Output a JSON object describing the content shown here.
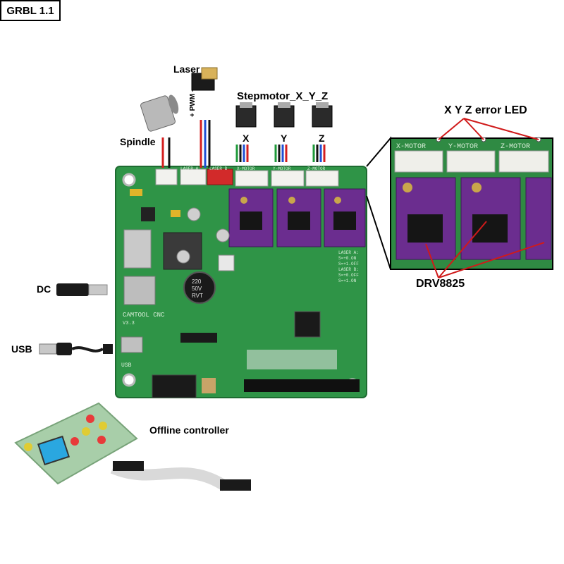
{
  "labels": {
    "grbl": "GRBL 1.1",
    "laser": "Laser",
    "spindle": "Spindle",
    "pwm": "+ PWM -",
    "stepmotor": "Stepmotor_X_Y_Z",
    "x": "X",
    "y": "Y",
    "z": "Z",
    "error_led": "X Y Z error LED",
    "drv": "DRV8825",
    "dc": "DC",
    "usb": "USB",
    "offline": "Offline controller"
  },
  "board": {
    "silk_name": "CAMTOOL CNC",
    "version": "V3.3",
    "usb_silk": "USB",
    "connectors": [
      "LASER A",
      "LASER B",
      "X-MOTOR",
      "Y-MOTOR",
      "Z-MOTOR"
    ],
    "cap_text": [
      "220",
      "50V",
      "RVT"
    ],
    "laser_notes": [
      "LASER A:",
      "S=+0.ON",
      "S=+1.OFF",
      "LASER B:",
      "S=+0.OFF",
      "S=+1.ON"
    ]
  },
  "inset": {
    "connectors": [
      "X-MOTOR",
      "Y-MOTOR",
      "Z-MOTOR"
    ]
  },
  "colors": {
    "pcb": "#2f9447",
    "driver": "#6b2d8f",
    "wire_red": "#d41f1f",
    "wire_black": "#111111",
    "wire_blue": "#1f4fd4",
    "wire_green": "#1f9a3a"
  }
}
